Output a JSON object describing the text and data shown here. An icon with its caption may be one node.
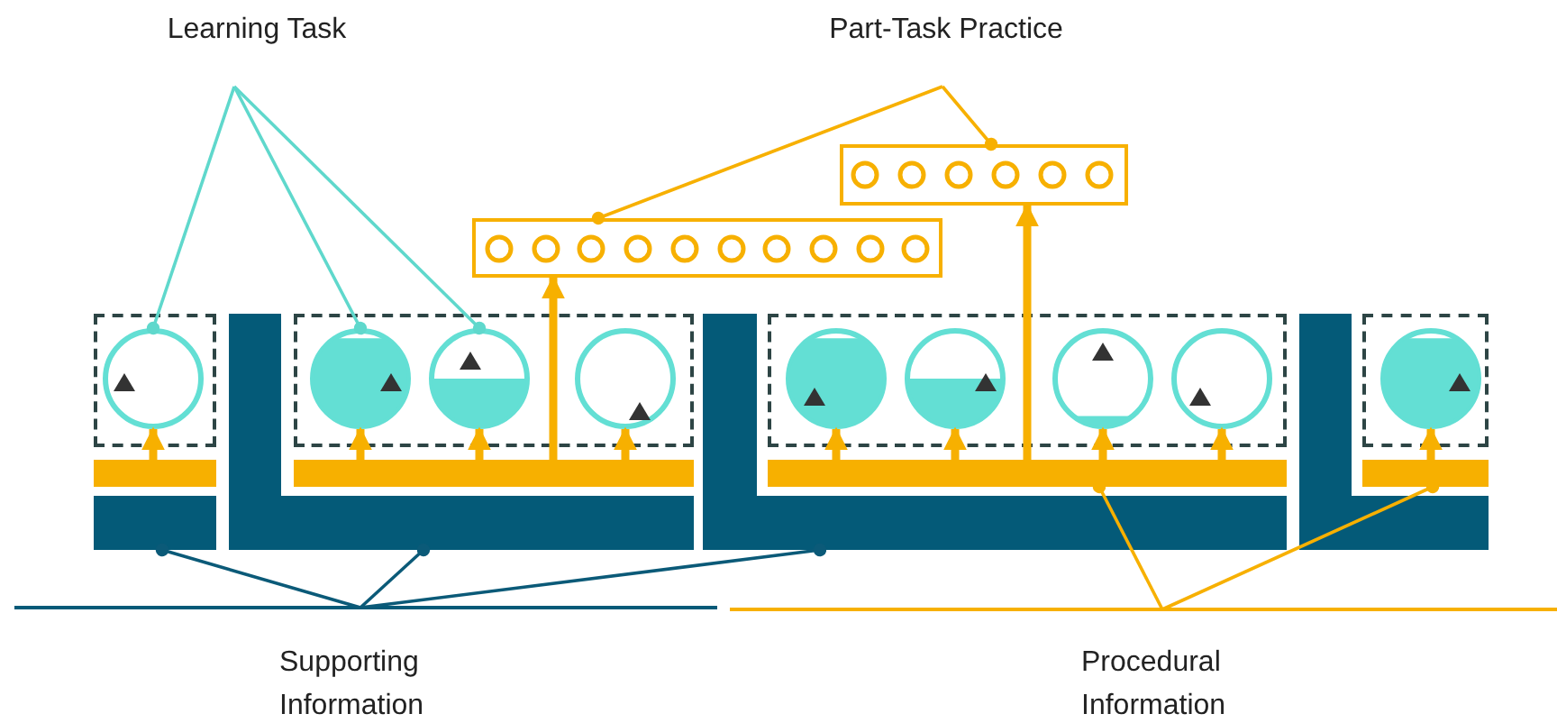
{
  "diagram": {
    "nodes": [
      {
        "text": [
          "Learning Task"
        ]
      },
      {
        "text": [
          "Part-Task Practice"
        ]
      },
      {
        "text": [],
        "shape": "box"
      },
      {
        "text": [],
        "shape": "circle",
        "in": 2
      },
      {
        "text": [],
        "shape": "circle",
        "in": 2
      },
      {
        "text": [],
        "shape": "circle",
        "in": 2
      },
      {
        "text": [],
        "shape": "circle",
        "in": 2
      },
      {
        "text": [],
        "shape": "circle",
        "in": 2
      },
      {
        "text": [],
        "shape": "circle",
        "in": 2
      },
      {
        "text": [],
        "shape": "box"
      },
      {
        "text": [],
        "shape": "circle",
        "in": 9
      },
      {
        "text": [],
        "shape": "circle",
        "in": 9
      },
      {
        "text": [],
        "shape": "circle",
        "in": 9
      },
      {
        "text": [],
        "shape": "circle",
        "in": 9
      },
      {
        "text": [],
        "shape": "circle",
        "in": 9
      },
      {
        "text": [],
        "shape": "circle",
        "in": 9
      },
      {
        "text": [],
        "shape": "circle",
        "in": 9
      },
      {
        "text": [],
        "shape": "circle",
        "in": 9
      },
      {
        "text": [],
        "shape": "circle",
        "in": 9
      },
      {
        "text": [],
        "shape": "circle",
        "in": 9
      },
      {
        "text": [],
        "shape": "box"
      },
      {
        "text": [],
        "shape": "circle",
        "in": 20
      },
      {
        "text": [],
        "shape": "box"
      },
      {
        "text": [],
        "shape": "circle",
        "in": 22
      },
      {
        "text": [],
        "shape": "circle",
        "in": 22
      },
      {
        "text": [],
        "shape": "circle",
        "in": 22
      },
      {
        "text": [],
        "shape": "box"
      },
      {
        "text": [],
        "shape": "circle",
        "in": 26
      },
      {
        "text": [],
        "shape": "circle",
        "in": 26
      },
      {
        "text": [],
        "shape": "circle",
        "in": 26
      },
      {
        "text": [],
        "shape": "circle",
        "in": 26
      },
      {
        "text": [],
        "shape": "box"
      },
      {
        "text": [],
        "shape": "circle",
        "in": 31
      },
      {
        "text": [],
        "shape": "bar"
      },
      {
        "text": [],
        "shape": "bar"
      },
      {
        "text": [],
        "shape": "bar"
      },
      {
        "text": [],
        "shape": "bar"
      },
      {
        "text": [],
        "shape": "bar"
      },
      {
        "text": [],
        "shape": "bar"
      },
      {
        "text": [],
        "shape": "bar"
      },
      {
        "text": [],
        "shape": "bar"
      },
      {
        "text": [
          "Supporting Information"
        ]
      },
      {
        "text": [
          "Procedural Information"
        ]
      }
    ],
    "edges": [
      {
        "from": 37,
        "to": 21,
        "arrow": "to"
      },
      {
        "from": 38,
        "to": 23,
        "arrow": "to"
      },
      {
        "from": 38,
        "to": 24,
        "arrow": "to"
      },
      {
        "from": 38,
        "to": 25,
        "arrow": "to"
      },
      {
        "from": 39,
        "to": 27,
        "arrow": "to"
      },
      {
        "from": 39,
        "to": 28,
        "arrow": "to"
      },
      {
        "from": 39,
        "to": 29,
        "arrow": "to"
      },
      {
        "from": 39,
        "to": 30,
        "arrow": "to"
      },
      {
        "from": 40,
        "to": 32,
        "arrow": "to"
      },
      {
        "from": 38,
        "to": 9,
        "arrow": "to"
      },
      {
        "from": 39,
        "to": 2,
        "arrow": "to"
      },
      {
        "from": 0,
        "to": 21,
        "arrow": "other",
        "color": "#5fd8cc"
      },
      {
        "from": 0,
        "to": 23,
        "arrow": "other",
        "color": "#5fd8cc"
      },
      {
        "from": 0,
        "to": 24,
        "arrow": "other",
        "color": "#5fd8cc"
      },
      {
        "from": 1,
        "to": 9,
        "arrow": "other"
      },
      {
        "from": 1,
        "to": 2,
        "arrow": "other"
      },
      {
        "from": 41,
        "to": 33,
        "arrow": "other",
        "color": "#0b5a78"
      },
      {
        "from": 41,
        "to": 34,
        "arrow": "other",
        "color": "#0b5a78"
      },
      {
        "from": 41,
        "to": 35,
        "arrow": "other",
        "color": "#0b5a78"
      },
      {
        "from": 42,
        "to": 39,
        "arrow": "other"
      },
      {
        "from": 42,
        "to": 40,
        "arrow": "other"
      }
    ]
  }
}
